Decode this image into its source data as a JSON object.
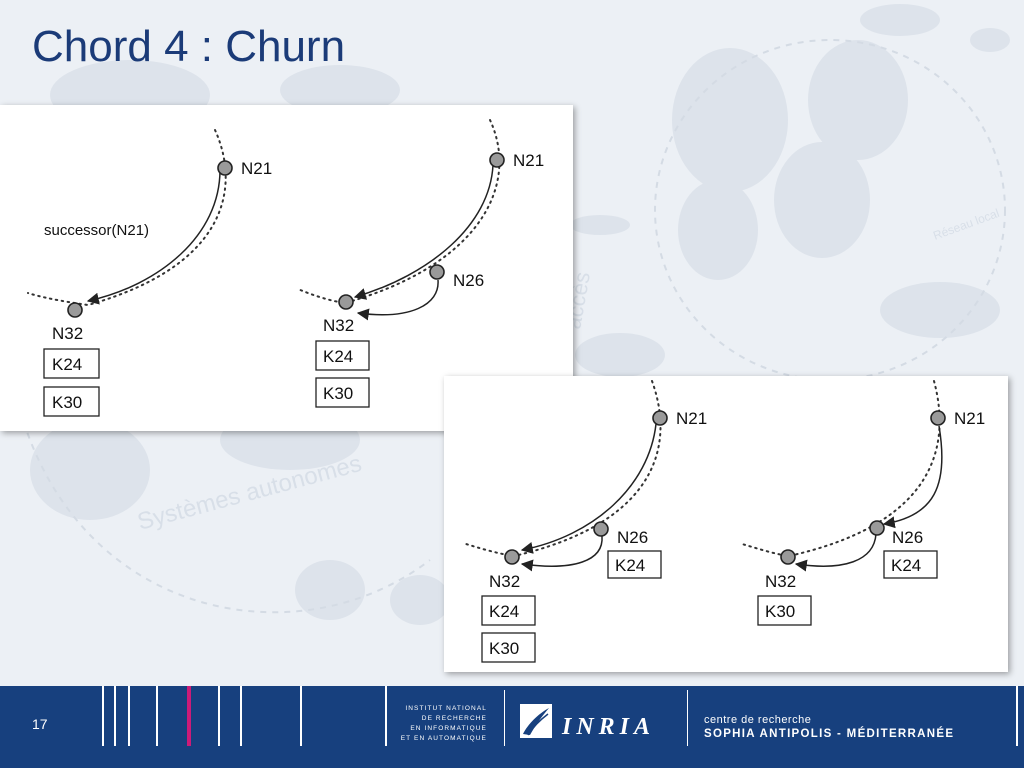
{
  "slide": {
    "title": "Chord 4 : Churn",
    "page_number": "17",
    "colors": {
      "title": "#1b3b78",
      "footer": "#17407e",
      "accent": "#cc1b78",
      "background": "#ecf0f5"
    }
  },
  "background_watermark": {
    "words": [
      "Systèmes autonomes",
      "Réseau local",
      "accès"
    ]
  },
  "diagram_top": {
    "left": {
      "node_top": "N21",
      "node_bottom": "N32",
      "arrow_label": "successor(N21)",
      "keys": [
        "K24",
        "K30"
      ]
    },
    "right": {
      "node_top": "N21",
      "node_mid": "N26",
      "node_bottom": "N32",
      "keys": [
        "K24",
        "K30"
      ]
    }
  },
  "diagram_bottom": {
    "left": {
      "node_top": "N21",
      "node_mid": "N26",
      "node_bottom": "N32",
      "mid_keys": [
        "K24"
      ],
      "keys": [
        "K24",
        "K30"
      ]
    },
    "right": {
      "node_top": "N21",
      "node_mid": "N26",
      "node_bottom": "N32",
      "mid_keys": [
        "K24"
      ],
      "keys": [
        "K30"
      ]
    }
  },
  "footer": {
    "institute_lines": [
      "INSTITUT NATIONAL",
      "DE RECHERCHE",
      "EN INFORMATIQUE",
      "ET EN AUTOMATIQUE"
    ],
    "logo_text": "INRIA",
    "centre_line1": "centre de recherche",
    "centre_line2": "SOPHIA ANTIPOLIS - MÉDITERRANÉE"
  }
}
